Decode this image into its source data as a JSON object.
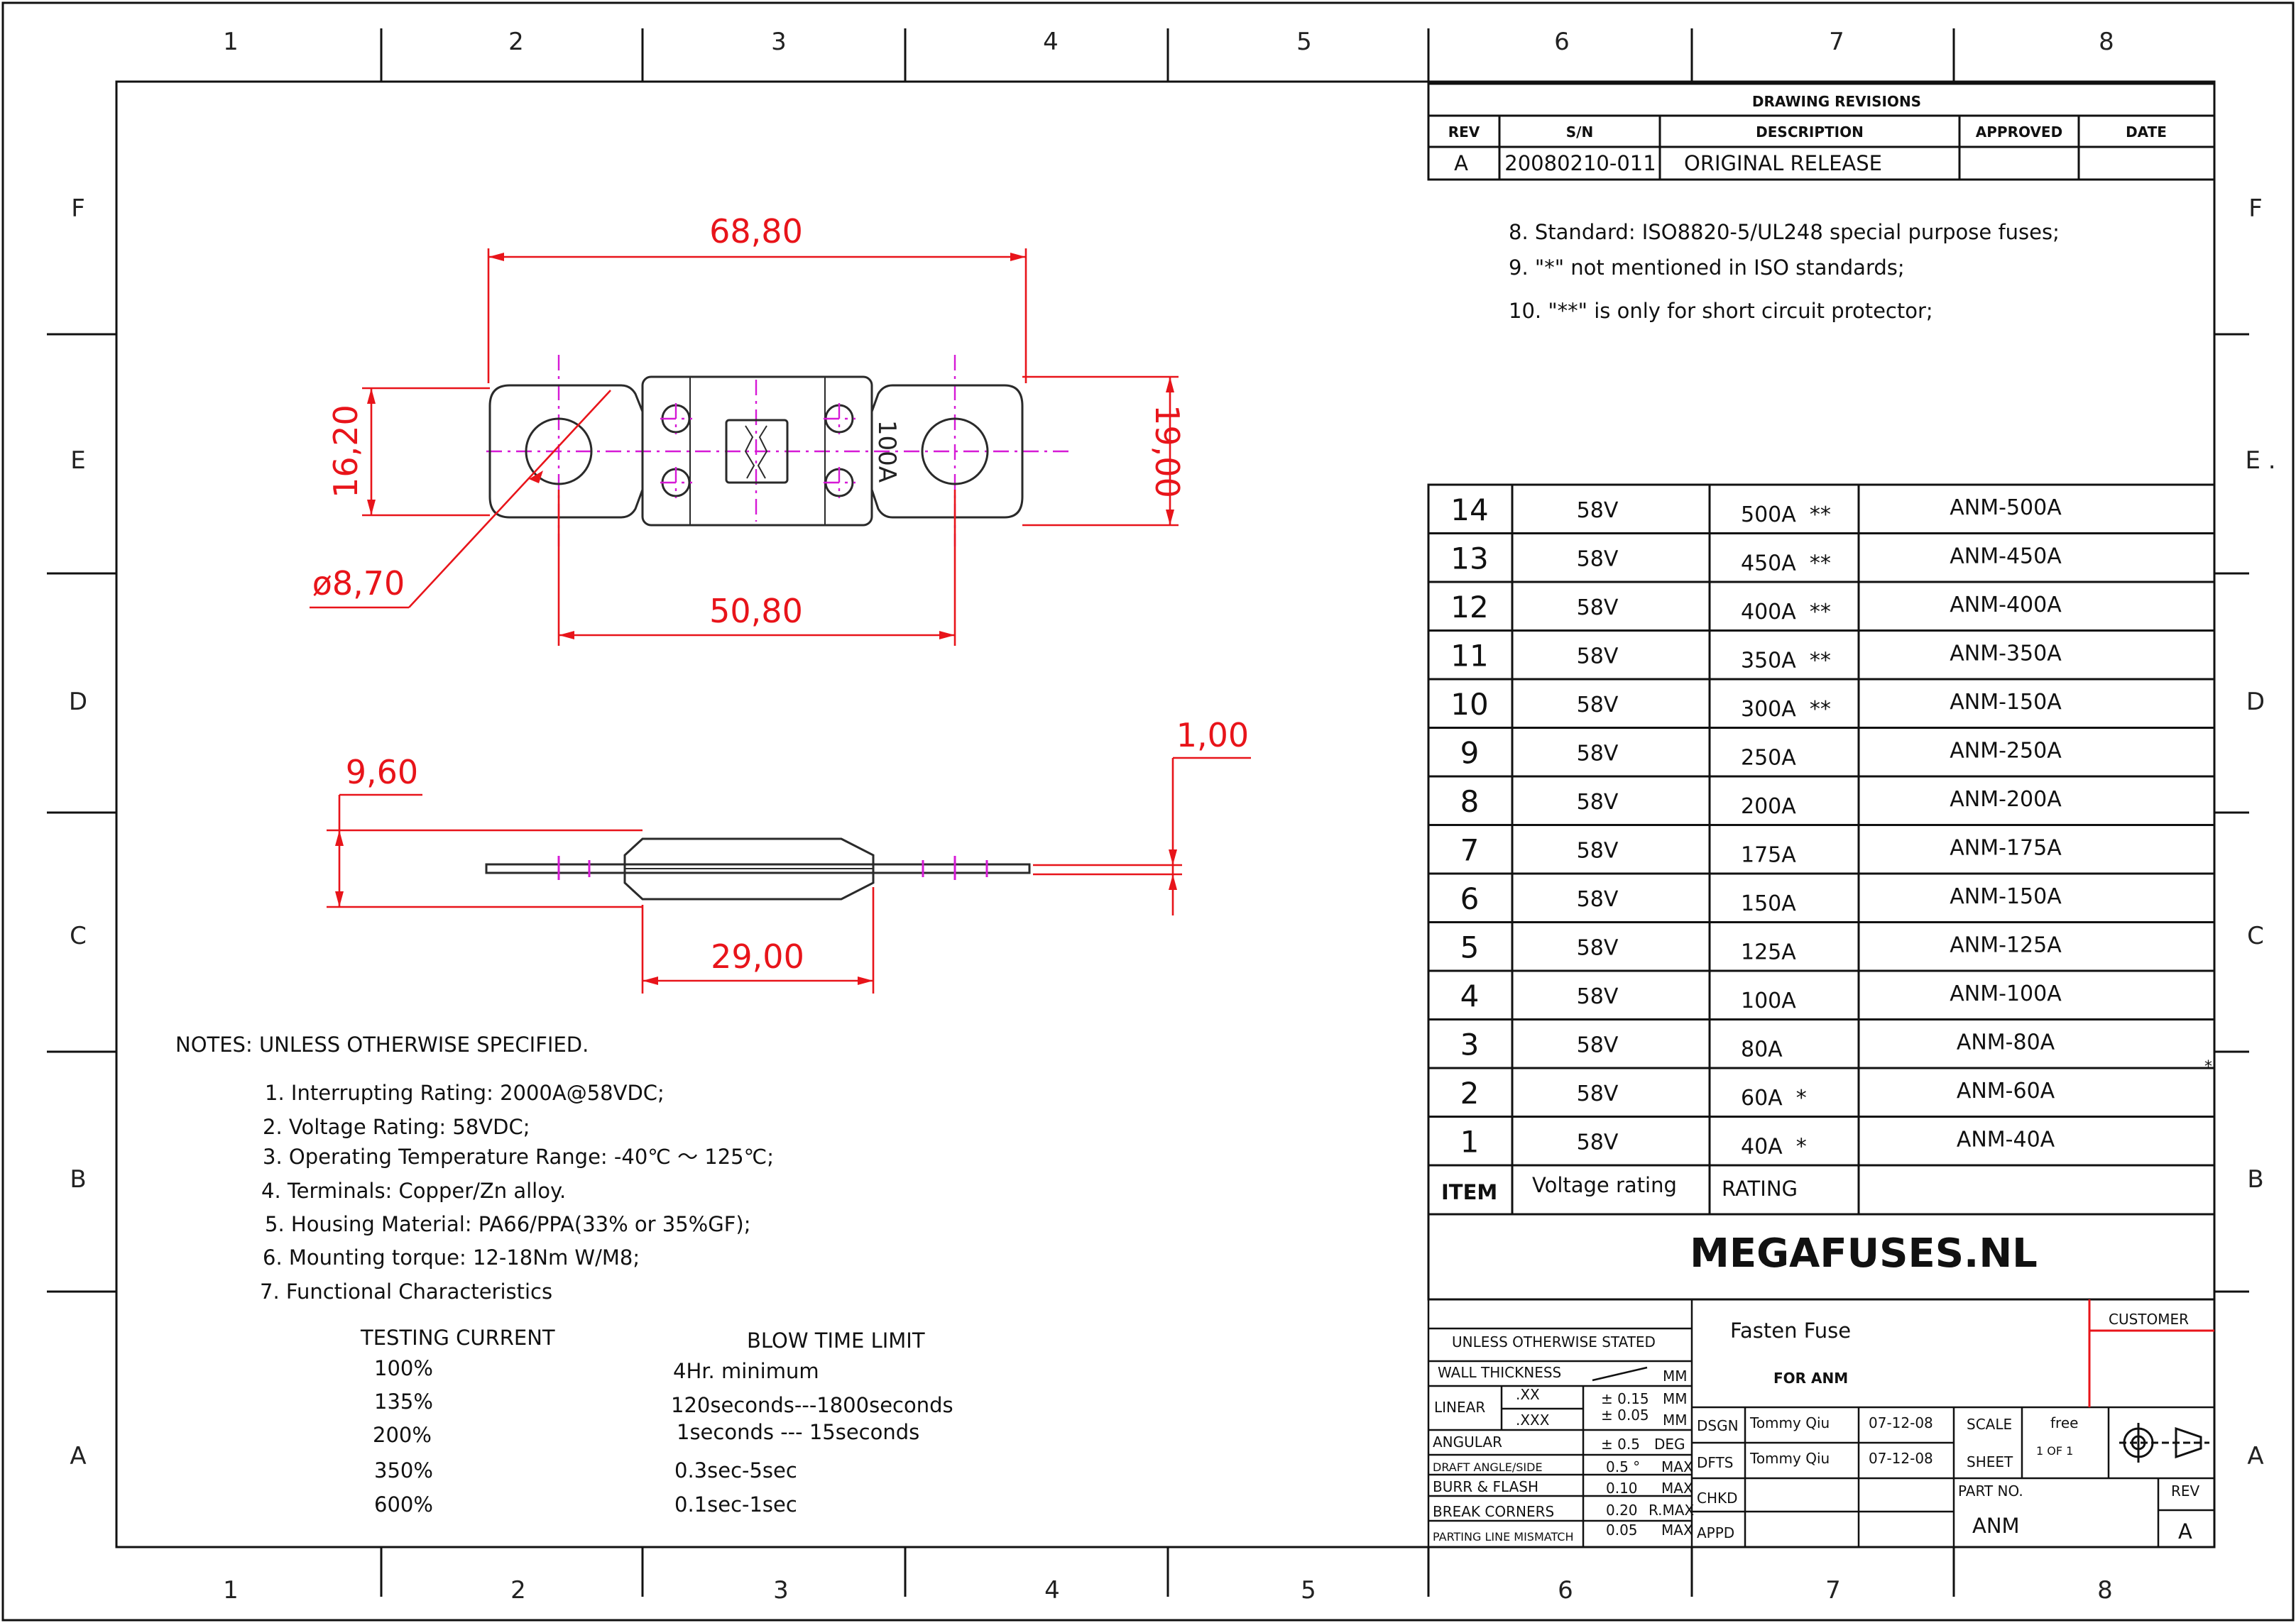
{
  "grid": {
    "columns": [
      "1",
      "2",
      "3",
      "4",
      "5",
      "6",
      "7",
      "8"
    ],
    "rows": [
      "F",
      "E",
      "D",
      "C",
      "B",
      "A"
    ],
    "row_e_right_mark": "E ."
  },
  "dimensions": {
    "length": "68,80",
    "width_body": "16,20",
    "width_total": "19,00",
    "hole_dia": "ø8,70",
    "hole_pitch": "50,80",
    "thickness": "9,60",
    "terminal_thk": "1,00",
    "body_len": "29,00",
    "fuse_marking": "100A"
  },
  "revisions": {
    "title": "DRAWING  REVISIONS",
    "headers": [
      "REV",
      "S/N",
      "DESCRIPTION",
      "APPROVED",
      "DATE"
    ],
    "row": [
      "A",
      "20080210-011",
      "ORIGINAL RELEASE",
      "",
      ""
    ]
  },
  "extra_notes": [
    "8. Standard:  ISO8820-5/UL248 special purpose fuses;",
    "9. \"*\"  not  mentioned  in ISO standards;",
    "10. \"**\"  is only for short circuit protector;"
  ],
  "bom": {
    "rows": [
      {
        "item": "14",
        "voltage": "58V",
        "rating": "500A  **",
        "part": "ANM-500A"
      },
      {
        "item": "13",
        "voltage": "58V",
        "rating": "450A  **",
        "part": "ANM-450A"
      },
      {
        "item": "12",
        "voltage": "58V",
        "rating": "400A  **",
        "part": "ANM-400A"
      },
      {
        "item": "11",
        "voltage": "58V",
        "rating": "350A  **",
        "part": "ANM-350A"
      },
      {
        "item": "10",
        "voltage": "58V",
        "rating": "300A  **",
        "part": "ANM-150A"
      },
      {
        "item": "9",
        "voltage": "58V",
        "rating": "250A",
        "part": "ANM-250A"
      },
      {
        "item": "8",
        "voltage": "58V",
        "rating": "200A",
        "part": "ANM-200A"
      },
      {
        "item": "7",
        "voltage": "58V",
        "rating": "175A",
        "part": "ANM-175A"
      },
      {
        "item": "6",
        "voltage": "58V",
        "rating": "150A",
        "part": "ANM-150A"
      },
      {
        "item": "5",
        "voltage": "58V",
        "rating": "125A",
        "part": "ANM-125A"
      },
      {
        "item": "4",
        "voltage": "58V",
        "rating": "100A",
        "part": "ANM-100A"
      },
      {
        "item": "3",
        "voltage": "58V",
        "rating": "80A",
        "part": "ANM-80A"
      },
      {
        "item": "2",
        "voltage": "58V",
        "rating": "60A  *",
        "part": "ANM-60A"
      },
      {
        "item": "1",
        "voltage": "58V",
        "rating": "40A  *",
        "part": "ANM-40A"
      }
    ],
    "header": {
      "item": "ITEM",
      "voltage": "Voltage rating",
      "rating": "RATING"
    }
  },
  "company": "MEGAFUSES.NL",
  "title_block": {
    "title": "Fasten  Fuse",
    "subtitle": "FOR  ANM",
    "customer_label": "CUSTOMER",
    "unless": "UNLESS OTHERWISE STATED",
    "wall": "WALL THICKNESS",
    "wall_unit": "MM",
    "linear": "LINEAR",
    "xx": ".XX",
    "xx_tol": "± 0.15",
    "xx_unit": "MM",
    "xxx": ".XXX",
    "xxx_tol": "± 0.05",
    "xxx_unit": "MM",
    "angular": "ANGULAR",
    "angular_tol": "± 0.5",
    "angular_unit": "DEG",
    "draft": "DRAFT ANGLE/SIDE",
    "draft_tol": "0.5  °",
    "draft_unit": "MAX",
    "burr": "BURR & FLASH",
    "burr_tol": "0.10",
    "burr_unit": "MAX",
    "break": "BREAK   CORNERS",
    "break_tol": "0.20",
    "break_unit": "R.MAX",
    "parting": "PARTING  LINE MISMATCH",
    "parting_tol": "0.05",
    "parting_unit": "MAX",
    "dsgn": "DSGN",
    "dsgn_name": "Tommy  Qiu",
    "dsgn_date": "07-12-08",
    "dfts": "DFTS",
    "dfts_name": "Tommy  Qiu",
    "dfts_date": "07-12-08",
    "chkd": "CHKD",
    "appd": "APPD",
    "scale": "SCALE",
    "scale_val": "free",
    "sheet": "SHEET",
    "sheet_val": "1   OF    1",
    "part_no": "PART NO.",
    "part_val": "ANM",
    "rev": "REV",
    "rev_val": "A"
  },
  "notes": {
    "title": "NOTES:  UNLESS OTHERWISE SPECIFIED.",
    "items": [
      "1. Interrupting Rating: 2000A@58VDC;",
      "2. Voltage Rating: 58VDC;",
      "3. Operating Temperature Range: -40℃ ～ 125℃;",
      "4. Terminals: Copper/Zn alloy.",
      "5. Housing Material: PA66/PPA(33% or 35%GF);",
      "6. Mounting torque: 12-18Nm W/M8;",
      "7. Functional Characteristics"
    ],
    "test_header": "TESTING CURRENT",
    "blow_header": "BLOW TIME LIMIT",
    "tests": [
      {
        "current": "100%",
        "limit": "4Hr.  minimum"
      },
      {
        "current": "135%",
        "limit": "120seconds---1800seconds"
      },
      {
        "current": "200%",
        "limit": "1seconds --- 15seconds"
      },
      {
        "current": "350%",
        "limit": "0.3sec-5sec"
      },
      {
        "current": "600%",
        "limit": "0.1sec-1sec"
      }
    ]
  }
}
